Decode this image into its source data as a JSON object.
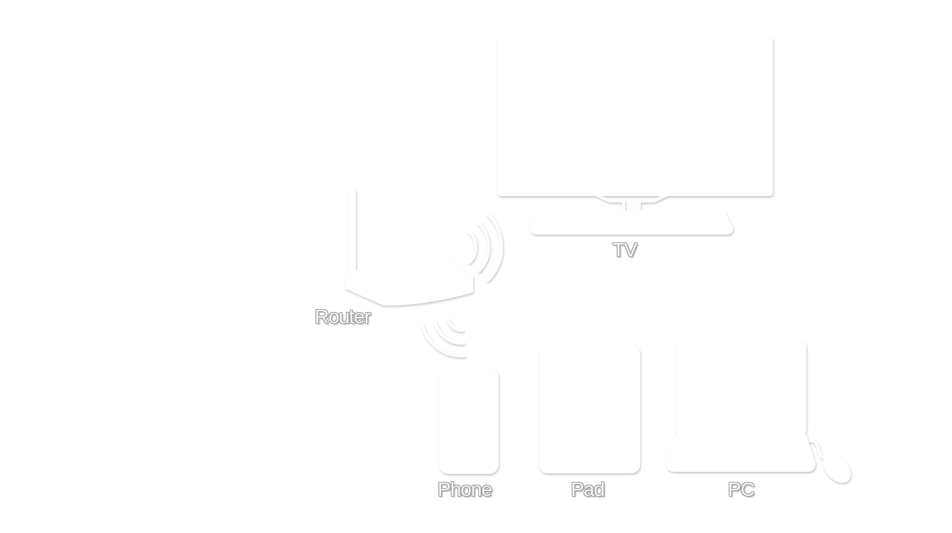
{
  "diagram": {
    "nodes": [
      {
        "text": [
          "TV"
        ]
      },
      {
        "text": [
          "Router"
        ]
      },
      {
        "text": [
          "Phone"
        ]
      },
      {
        "text": [
          "Pad"
        ]
      },
      {
        "text": [
          "PC"
        ]
      }
    ]
  }
}
